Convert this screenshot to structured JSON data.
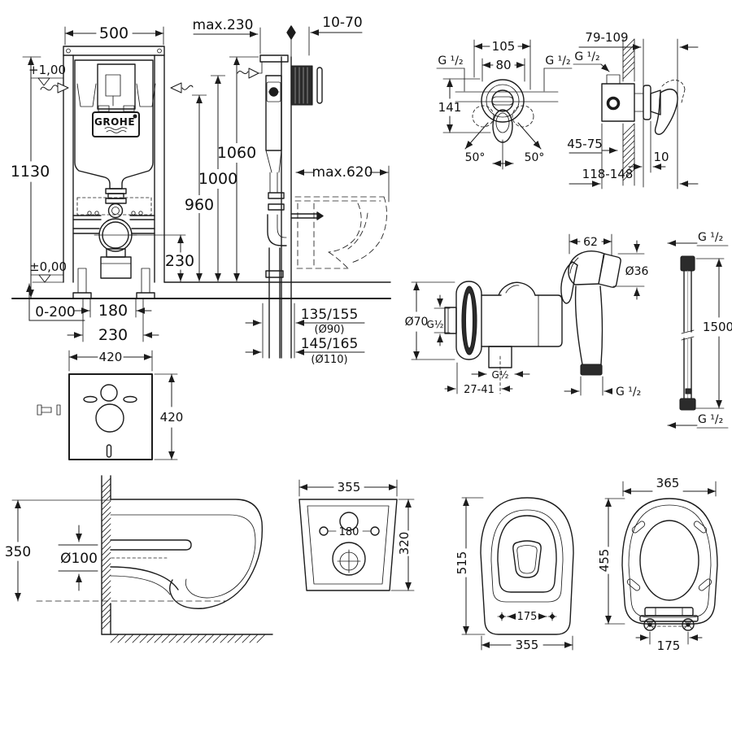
{
  "page": {
    "bg": "#ffffff",
    "ink": "#1c1c1c"
  },
  "cistern_front": {
    "width": "500",
    "height": "1130",
    "level_plus": "+1,00",
    "level_zero": "±0,00",
    "floor_adjust": "0-200",
    "anchor_spacing": "180",
    "foot_spacing": "230",
    "outlet_height": "230",
    "brand": "GROHE"
  },
  "cistern_side": {
    "frame_depth": "max.230",
    "plate_depth": "10-70",
    "h_top": "1060",
    "h_mid": "1000",
    "h_low": "960",
    "bowl_reach": "max.620",
    "drain_a": "135/155",
    "drain_a_dia": "(Ø90)",
    "drain_b": "145/165",
    "drain_b_dia": "(Ø110)"
  },
  "sound_pad": {
    "width": "420",
    "height": "420"
  },
  "mixer_front": {
    "span": "105",
    "ports": "80",
    "g_left": "G ¹/₂",
    "g_right": "G ¹/₂",
    "height": "141",
    "angle_left": "50°",
    "angle_right": "50°"
  },
  "mixer_side": {
    "protrusion": "79-109",
    "g": "G ¹/₂",
    "depth_range": "45-75",
    "trim_gap": "10",
    "total_depth": "118-148"
  },
  "elbow": {
    "dia": "Ø70",
    "g_in": "G½",
    "g_out": "G½",
    "offset": "27-41"
  },
  "spray": {
    "width": "62",
    "head_dia": "Ø36",
    "g": "G ¹/₂"
  },
  "hose": {
    "g_top": "G ¹/₂",
    "length": "1500",
    "g_bottom": "G ¹/₂"
  },
  "bowl_section": {
    "height": "350",
    "drain_dia": "Ø100"
  },
  "bowl_rear": {
    "width": "355",
    "hole_spacing": "180",
    "height": "320"
  },
  "bowl_plan": {
    "depth": "515",
    "seat_holes": "175",
    "width": "355"
  },
  "seat_plan": {
    "width": "365",
    "depth": "455",
    "hinge_spacing": "175"
  }
}
